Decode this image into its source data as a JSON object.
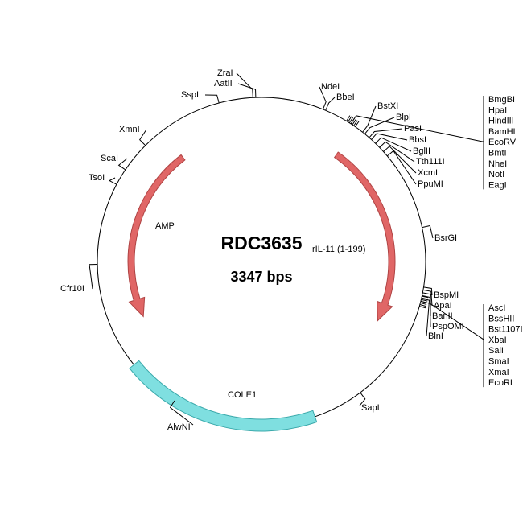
{
  "plasmid": {
    "name": "RDC3635",
    "size_label": "3347 bps",
    "insert_label": "rIL-11 (1-199)"
  },
  "features": [
    {
      "name": "AMP",
      "color": "#e06666",
      "stroke": "#b04444",
      "kind": "arrow"
    },
    {
      "name": "",
      "color": "#e06666",
      "stroke": "#b04444",
      "kind": "arrow"
    },
    {
      "name": "COLE1",
      "color": "#7fdfe0",
      "stroke": "#3aa9ab",
      "kind": "box"
    }
  ],
  "sites": {
    "singles": [
      {
        "label": "ZraI"
      },
      {
        "label": "AatII"
      },
      {
        "label": "SspI"
      },
      {
        "label": "NdeI"
      },
      {
        "label": "BbeI"
      },
      {
        "label": "XmnI"
      },
      {
        "label": "ScaI"
      },
      {
        "label": "TsoI"
      },
      {
        "label": "BstXI"
      },
      {
        "label": "BlpI"
      },
      {
        "label": "PasI"
      },
      {
        "label": "BbsI"
      },
      {
        "label": "BglII"
      },
      {
        "label": "Tth111I"
      },
      {
        "label": "XcmI"
      },
      {
        "label": "PpuMI"
      },
      {
        "label": "BsrGI"
      },
      {
        "label": "Cfr10I"
      },
      {
        "label": "BspMI"
      },
      {
        "label": "ApaI"
      },
      {
        "label": "BanII"
      },
      {
        "label": "PspOMI"
      },
      {
        "label": "BlnI"
      },
      {
        "label": "SapI"
      },
      {
        "label": "AlwNI"
      }
    ],
    "group_top": [
      "BmgBI",
      "HpaI",
      "HindIII",
      "BamHI",
      "EcoRV",
      "BmtI",
      "NheI",
      "NotI",
      "EagI"
    ],
    "group_bottom": [
      "AscI",
      "BssHII",
      "Bst1107I",
      "XbaI",
      "SalI",
      "SmaI",
      "XmaI",
      "EcoRI"
    ]
  }
}
